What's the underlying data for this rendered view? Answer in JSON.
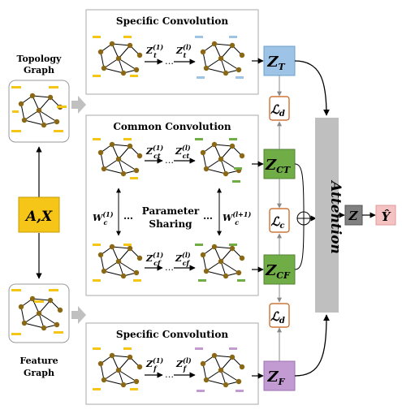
{
  "input": {
    "label": "A,X"
  },
  "topology_graph": {
    "line1": "Topology",
    "line2": "Graph"
  },
  "feature_graph": {
    "line1": "Feature",
    "line2": "Graph"
  },
  "specific_top": {
    "title": "Specific Convolution"
  },
  "common": {
    "title": "Common Convolution",
    "param_line1": "Parameter",
    "param_line2": "Sharing"
  },
  "specific_bottom": {
    "title": "Specific Convolution"
  },
  "embeddings": {
    "zt": "Z",
    "zt_sub": "T",
    "zct": "Z",
    "zct_sub": "CT",
    "zcf": "Z",
    "zcf_sub": "CF",
    "zf": "Z",
    "zf_sub": "F",
    "z": "Z",
    "yhat": "Ŷ"
  },
  "losses": {
    "ld": "ℒ",
    "ld_sub": "d",
    "lc": "ℒ",
    "lc_sub": "c"
  },
  "attention": {
    "label": "Attention"
  },
  "colors": {
    "yellow": "#f5c518",
    "blue": "#9dc3e6",
    "green": "#70ad47",
    "purple": "#c39bd3",
    "gray": "#bfbfbf",
    "node": "#8b6914",
    "loss_border": "#c55a11"
  }
}
